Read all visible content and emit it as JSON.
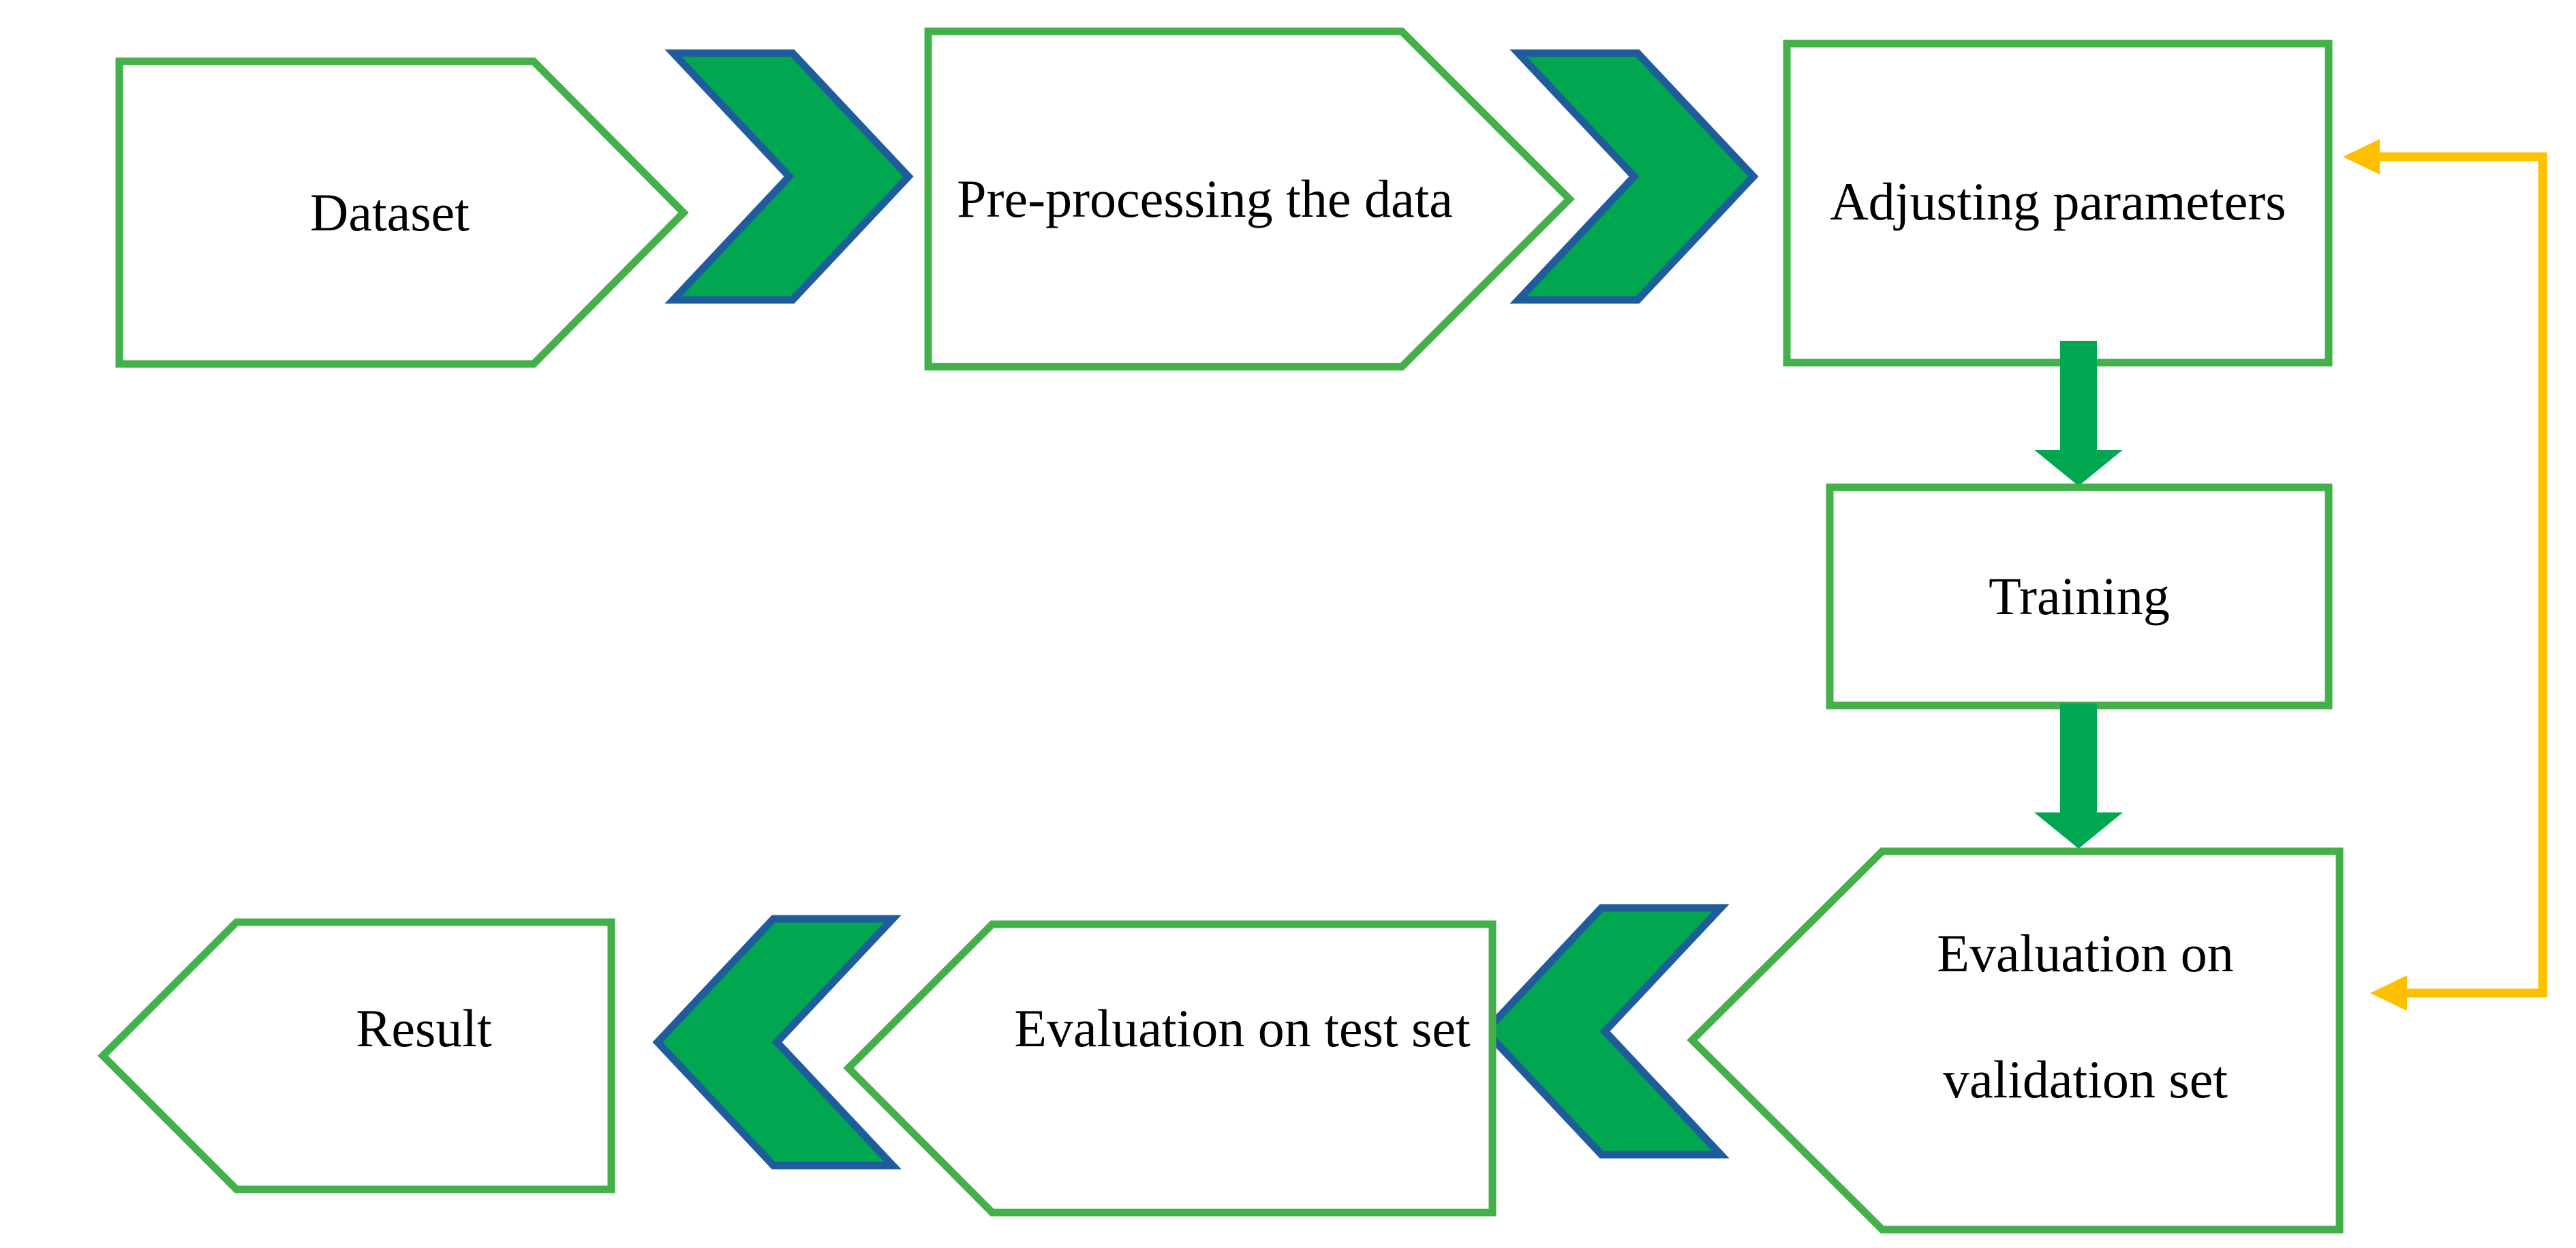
{
  "diagram": {
    "title": "Machine learning workflow flowchart",
    "nodes": {
      "dataset": {
        "label": "Dataset"
      },
      "preprocessing": {
        "label": "Pre-processing the data"
      },
      "adjusting": {
        "label": "Adjusting parameters"
      },
      "training": {
        "label": "Training"
      },
      "eval_validation": {
        "line1": "Evaluation on",
        "line2": "validation set"
      },
      "eval_test": {
        "label": "Evaluation on test set"
      },
      "result": {
        "label": "Result"
      }
    },
    "icons": {
      "chevron_right": "right-pointing chevron connector",
      "chevron_left": "left-pointing chevron connector",
      "arrow_down": "downward block arrow",
      "feedback_arrow": "yellow elbow feedback connector with left arrowheads"
    },
    "colors": {
      "background": "#ffffff",
      "outline_green": "#43b049",
      "chevron_green": "#00a650",
      "chevron_blue": "#1f5c9b",
      "feedback_yellow": "#ffc000",
      "text_black": "#000000"
    }
  }
}
